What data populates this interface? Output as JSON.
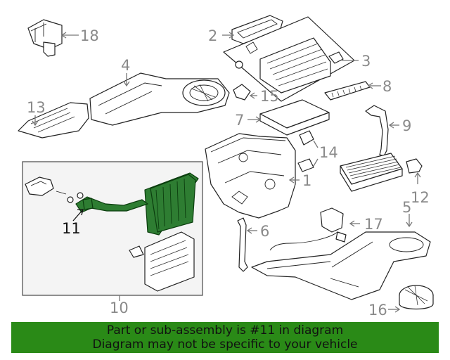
{
  "callouts": {
    "c1": "1",
    "c2": "2",
    "c3": "3",
    "c4": "4",
    "c5": "5",
    "c6": "6",
    "c7": "7",
    "c8": "8",
    "c9": "9",
    "c10": "10",
    "c11": "11",
    "c12": "12",
    "c13": "13",
    "c14": "14",
    "c15": "15",
    "c16": "16",
    "c17": "17",
    "c18": "18"
  },
  "highlight": {
    "part": "11",
    "color": "#2e7d32"
  },
  "footer": {
    "line1": "Part or sub-assembly is #11 in diagram",
    "line2": "Diagram may not be specific to your vehicle",
    "background": "#2a8a17"
  }
}
